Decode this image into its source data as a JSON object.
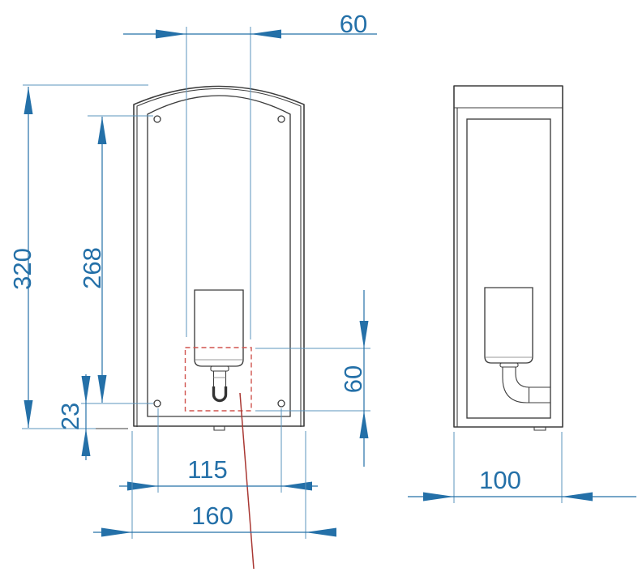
{
  "drawing": {
    "type": "technical-dimension-drawing",
    "views": {
      "front": {
        "name": "front-view"
      },
      "side": {
        "name": "side-view"
      }
    },
    "dimensions": {
      "top_width": "60",
      "overall_height": "320",
      "hole_span_vertical": "268",
      "hole_bottom_offset": "23",
      "zone_height": "60",
      "hole_span_horizontal": "115",
      "overall_width": "160",
      "overall_depth": "100"
    },
    "colors": {
      "dimension": "#2470a8",
      "extension": "#5b94bd",
      "outline": "#3d3d3d",
      "detail": "#9a9a9a",
      "zone": "#d0544e",
      "leader": "#a93833",
      "background": "#ffffff"
    }
  }
}
